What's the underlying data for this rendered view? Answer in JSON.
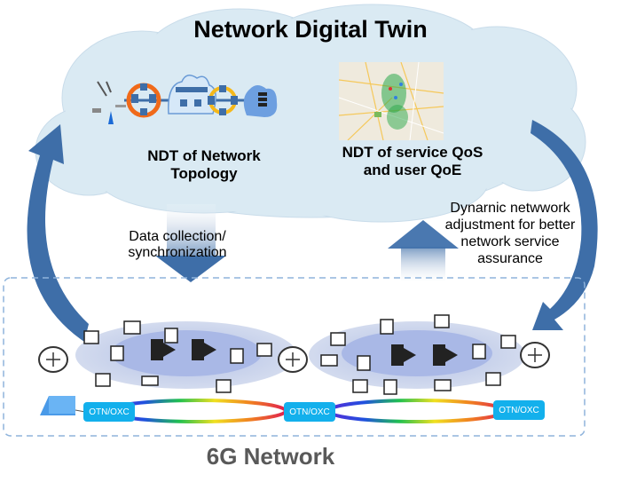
{
  "diagram": {
    "title": "Network Digital Twin",
    "cloud": {
      "topology_label_line1": "NDT of Network",
      "topology_label_line2": "Topology",
      "qos_label_line1": "NDT of service QoS",
      "qos_label_line2": "and user QoE"
    },
    "arrows": {
      "down_label_line1": "Data collection/",
      "down_label_line2": "synchronization",
      "up_label_line1": "Dynarnic netwwork",
      "up_label_line2": "adjustment for better",
      "up_label_line3": "network service",
      "up_label_line4": "assurance"
    },
    "network": {
      "label": "6G Network",
      "otn_nodes": [
        "OTN/OXC",
        "OTN/OXC",
        "OTN/OXC"
      ]
    },
    "colors": {
      "cloud_fill": "#daeaf3",
      "arrow_blue": "#3e6ea8",
      "otn_blue": "#13b0ec",
      "dash_border": "#8fb4dc",
      "network_label": "#595959"
    }
  }
}
